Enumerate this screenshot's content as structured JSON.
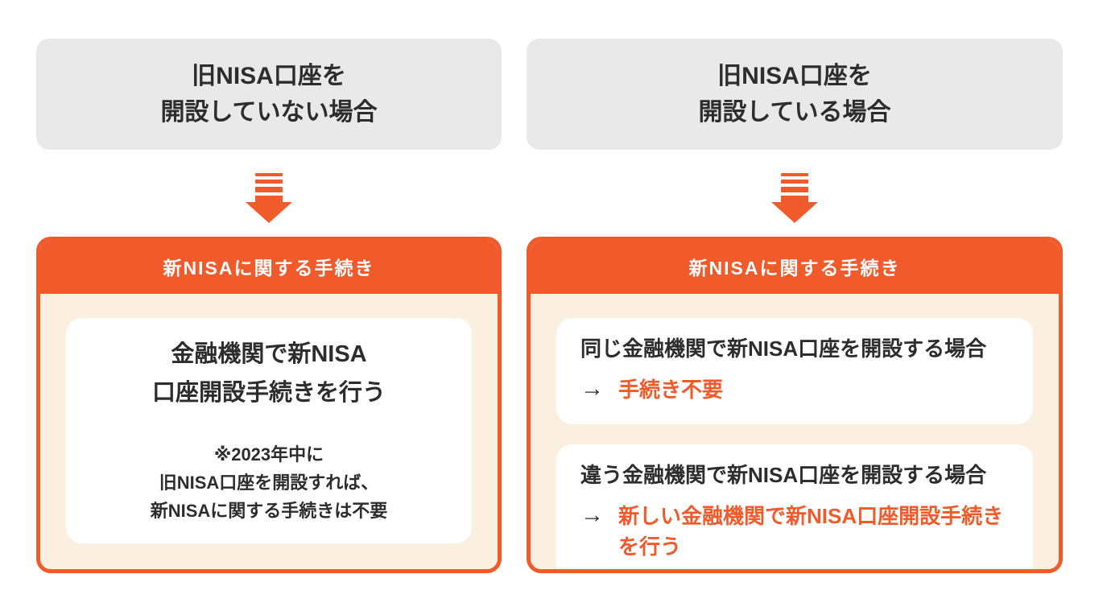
{
  "colors": {
    "accent_orange": "#f15a2b",
    "panel_cream": "#fbf0e0",
    "header_gray": "#e9e9e9",
    "text_dark": "#2d2d2d",
    "card_white": "#ffffff"
  },
  "left": {
    "condition_line1": "旧NISA口座を",
    "condition_line2": "開設していない場合",
    "panel_title": "新NISAに関する手続き",
    "card": {
      "main_line1": "金融機関で新NISA",
      "main_line2": "口座開設手続きを行う",
      "note_line1": "※2023年中に",
      "note_line2": "旧NISA口座を開設すれば、",
      "note_line3": "新NISAに関する手続きは不要"
    }
  },
  "right": {
    "condition_line1": "旧NISA口座を",
    "condition_line2": "開設している場合",
    "panel_title": "新NISAに関する手続き",
    "cards": [
      {
        "heading": "同じ金融機関で新NISA口座を開設する場合",
        "arrow": "→",
        "result": "手続き不要"
      },
      {
        "heading": "違う金融機関で新NISA口座を開設する場合",
        "arrow": "→",
        "result": "新しい金融機関で新NISA口座開設手続きを行う"
      }
    ]
  }
}
